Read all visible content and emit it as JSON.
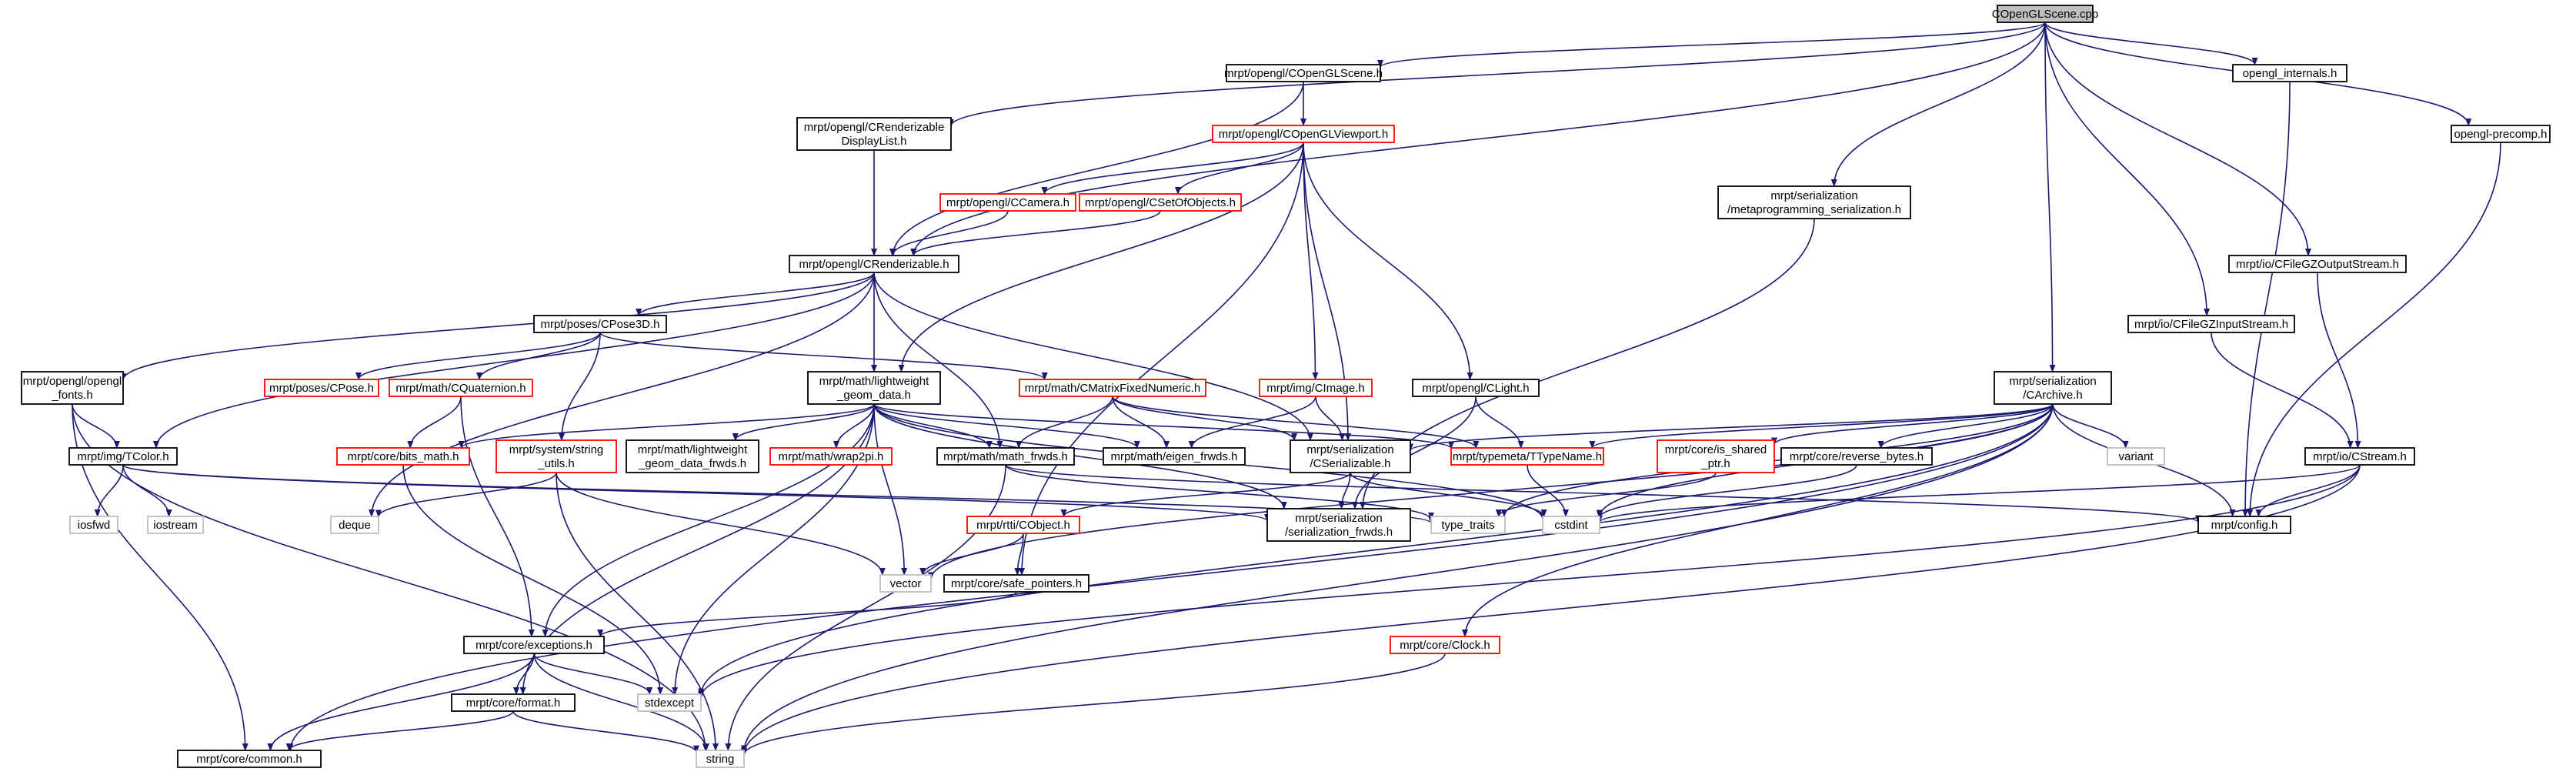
{
  "diagram": {
    "type": "include-dependency-graph",
    "colors": {
      "edge": "#191970",
      "root_fill": "#bfbfbf",
      "root_border": "#000000",
      "documented_border": "#000000",
      "truncated_border": "#ff0000",
      "external_border": "#bfbfbf",
      "external_text": "#000000"
    },
    "nodes": [
      {
        "id": "root",
        "lines": [
          "COpenGLScene.cpp"
        ],
        "kind": "root"
      },
      {
        "id": "scene_h",
        "lines": [
          "mrpt/opengl/COpenGLScene.h"
        ],
        "kind": "documented"
      },
      {
        "id": "renderable_dl",
        "lines": [
          "mrpt/opengl/CRenderizable",
          "DisplayList.h"
        ],
        "kind": "documented"
      },
      {
        "id": "viewport",
        "lines": [
          "mrpt/opengl/COpenGLViewport.h"
        ],
        "kind": "truncated"
      },
      {
        "id": "camera",
        "lines": [
          "mrpt/opengl/CCamera.h"
        ],
        "kind": "truncated"
      },
      {
        "id": "setofobjects",
        "lines": [
          "mrpt/opengl/CSetOfObjects.h"
        ],
        "kind": "truncated"
      },
      {
        "id": "renderable",
        "lines": [
          "mrpt/opengl/CRenderizable.h"
        ],
        "kind": "documented"
      },
      {
        "id": "meta_ser",
        "lines": [
          "mrpt/serialization",
          "/metaprogramming_serialization.h"
        ],
        "kind": "documented"
      },
      {
        "id": "gl_internals",
        "lines": [
          "opengl_internals.h"
        ],
        "kind": "documented"
      },
      {
        "id": "gl_precomp",
        "lines": [
          "opengl-precomp.h"
        ],
        "kind": "documented"
      },
      {
        "id": "gzout",
        "lines": [
          "mrpt/io/CFileGZOutputStream.h"
        ],
        "kind": "documented"
      },
      {
        "id": "gzin",
        "lines": [
          "mrpt/io/CFileGZInputStream.h"
        ],
        "kind": "documented"
      },
      {
        "id": "pose3d",
        "lines": [
          "mrpt/poses/CPose3D.h"
        ],
        "kind": "documented"
      },
      {
        "id": "gl_fonts",
        "lines": [
          "mrpt/opengl/opengl",
          "_fonts.h"
        ],
        "kind": "documented"
      },
      {
        "id": "tcolor",
        "lines": [
          "mrpt/img/TColor.h"
        ],
        "kind": "documented"
      },
      {
        "id": "cpose",
        "lines": [
          "mrpt/poses/CPose.h"
        ],
        "kind": "truncated"
      },
      {
        "id": "quaternion",
        "lines": [
          "mrpt/math/CQuaternion.h"
        ],
        "kind": "truncated"
      },
      {
        "id": "lw_geom",
        "lines": [
          "mrpt/math/lightweight",
          "_geom_data.h"
        ],
        "kind": "documented"
      },
      {
        "id": "matfixed",
        "lines": [
          "mrpt/math/CMatrixFixedNumeric.h"
        ],
        "kind": "truncated"
      },
      {
        "id": "cimage",
        "lines": [
          "mrpt/img/CImage.h"
        ],
        "kind": "truncated"
      },
      {
        "id": "clight",
        "lines": [
          "mrpt/opengl/CLight.h"
        ],
        "kind": "documented"
      },
      {
        "id": "carchive",
        "lines": [
          "mrpt/serialization",
          "/CArchive.h"
        ],
        "kind": "documented"
      },
      {
        "id": "bits_math",
        "lines": [
          "mrpt/core/bits_math.h"
        ],
        "kind": "truncated"
      },
      {
        "id": "strutils",
        "lines": [
          "mrpt/system/string",
          "_utils.h"
        ],
        "kind": "truncated"
      },
      {
        "id": "lw_geom_frwds",
        "lines": [
          "mrpt/math/lightweight",
          "_geom_data_frwds.h"
        ],
        "kind": "documented"
      },
      {
        "id": "wrap2pi",
        "lines": [
          "mrpt/math/wrap2pi.h"
        ],
        "kind": "truncated"
      },
      {
        "id": "math_frwds",
        "lines": [
          "mrpt/math/math_frwds.h"
        ],
        "kind": "documented"
      },
      {
        "id": "eigen_frwds",
        "lines": [
          "mrpt/math/eigen_frwds.h"
        ],
        "kind": "documented"
      },
      {
        "id": "cserializable",
        "lines": [
          "mrpt/serialization",
          "/CSerializable.h"
        ],
        "kind": "documented"
      },
      {
        "id": "ttypename",
        "lines": [
          "mrpt/typemeta/TTypeName.h"
        ],
        "kind": "truncated"
      },
      {
        "id": "is_shared",
        "lines": [
          "mrpt/core/is_shared",
          "_ptr.h"
        ],
        "kind": "truncated"
      },
      {
        "id": "rev_bytes",
        "lines": [
          "mrpt/core/reverse_bytes.h"
        ],
        "kind": "documented"
      },
      {
        "id": "variant",
        "lines": [
          "variant"
        ],
        "kind": "external"
      },
      {
        "id": "cstream",
        "lines": [
          "mrpt/io/CStream.h"
        ],
        "kind": "documented"
      },
      {
        "id": "iosfwd",
        "lines": [
          "iosfwd"
        ],
        "kind": "external"
      },
      {
        "id": "iostream",
        "lines": [
          "iostream"
        ],
        "kind": "external"
      },
      {
        "id": "deque",
        "lines": [
          "deque"
        ],
        "kind": "external"
      },
      {
        "id": "ser_frwds",
        "lines": [
          "mrpt/serialization",
          "/serialization_frwds.h"
        ],
        "kind": "documented"
      },
      {
        "id": "type_traits",
        "lines": [
          "type_traits"
        ],
        "kind": "external"
      },
      {
        "id": "cstdint",
        "lines": [
          "cstdint"
        ],
        "kind": "external"
      },
      {
        "id": "config",
        "lines": [
          "mrpt/config.h"
        ],
        "kind": "documented"
      },
      {
        "id": "cobject",
        "lines": [
          "mrpt/rtti/CObject.h"
        ],
        "kind": "truncated"
      },
      {
        "id": "vector",
        "lines": [
          "vector"
        ],
        "kind": "external"
      },
      {
        "id": "safe_ptrs",
        "lines": [
          "mrpt/core/safe_pointers.h"
        ],
        "kind": "documented"
      },
      {
        "id": "exceptions",
        "lines": [
          "mrpt/core/exceptions.h"
        ],
        "kind": "documented"
      },
      {
        "id": "cclock",
        "lines": [
          "mrpt/core/Clock.h"
        ],
        "kind": "truncated"
      },
      {
        "id": "stdexcept",
        "lines": [
          "stdexcept"
        ],
        "kind": "external"
      },
      {
        "id": "format",
        "lines": [
          "mrpt/core/format.h"
        ],
        "kind": "documented"
      },
      {
        "id": "common",
        "lines": [
          "mrpt/core/common.h"
        ],
        "kind": "documented"
      },
      {
        "id": "string",
        "lines": [
          "string"
        ],
        "kind": "external"
      }
    ],
    "edges": [
      [
        "root",
        "scene_h"
      ],
      [
        "root",
        "renderable_dl"
      ],
      [
        "root",
        "renderable"
      ],
      [
        "root",
        "meta_ser"
      ],
      [
        "root",
        "gl_internals"
      ],
      [
        "root",
        "gl_precomp"
      ],
      [
        "root",
        "gzout"
      ],
      [
        "root",
        "gzin"
      ],
      [
        "root",
        "carchive"
      ],
      [
        "scene_h",
        "viewport"
      ],
      [
        "scene_h",
        "renderable"
      ],
      [
        "renderable_dl",
        "renderable"
      ],
      [
        "viewport",
        "camera"
      ],
      [
        "viewport",
        "setofobjects"
      ],
      [
        "viewport",
        "clight"
      ],
      [
        "viewport",
        "cimage"
      ],
      [
        "viewport",
        "lw_geom"
      ],
      [
        "viewport",
        "cserializable"
      ],
      [
        "viewport",
        "safe_ptrs"
      ],
      [
        "camera",
        "renderable"
      ],
      [
        "setofobjects",
        "renderable"
      ],
      [
        "renderable",
        "gl_fonts"
      ],
      [
        "renderable",
        "tcolor"
      ],
      [
        "renderable",
        "pose3d"
      ],
      [
        "renderable",
        "lw_geom"
      ],
      [
        "renderable",
        "math_frwds"
      ],
      [
        "renderable",
        "cserializable"
      ],
      [
        "renderable",
        "deque"
      ],
      [
        "gl_fonts",
        "tcolor"
      ],
      [
        "gl_fonts",
        "string"
      ],
      [
        "gl_fonts",
        "common"
      ],
      [
        "tcolor",
        "iosfwd"
      ],
      [
        "tcolor",
        "iostream"
      ],
      [
        "tcolor",
        "ser_frwds"
      ],
      [
        "tcolor",
        "type_traits"
      ],
      [
        "pose3d",
        "cpose"
      ],
      [
        "pose3d",
        "quaternion"
      ],
      [
        "pose3d",
        "matfixed"
      ],
      [
        "pose3d",
        "strutils"
      ],
      [
        "quaternion",
        "bits_math"
      ],
      [
        "quaternion",
        "exceptions"
      ],
      [
        "lw_geom",
        "bits_math"
      ],
      [
        "lw_geom",
        "lw_geom_frwds"
      ],
      [
        "lw_geom",
        "wrap2pi"
      ],
      [
        "lw_geom",
        "math_frwds"
      ],
      [
        "lw_geom",
        "eigen_frwds"
      ],
      [
        "lw_geom",
        "ttypename"
      ],
      [
        "lw_geom",
        "ser_frwds"
      ],
      [
        "lw_geom",
        "cstdint"
      ],
      [
        "lw_geom",
        "vector"
      ],
      [
        "lw_geom",
        "exceptions"
      ],
      [
        "lw_geom",
        "format"
      ],
      [
        "lw_geom",
        "stdexcept"
      ],
      [
        "matfixed",
        "math_frwds"
      ],
      [
        "matfixed",
        "eigen_frwds"
      ],
      [
        "matfixed",
        "cserializable"
      ],
      [
        "matfixed",
        "ttypename"
      ],
      [
        "cimage",
        "eigen_frwds"
      ],
      [
        "cimage",
        "cserializable"
      ],
      [
        "clight",
        "ttypename"
      ],
      [
        "clight",
        "ser_frwds"
      ],
      [
        "meta_ser",
        "ser_frwds"
      ],
      [
        "gl_internals",
        "config"
      ],
      [
        "gl_precomp",
        "config"
      ],
      [
        "gzout",
        "cstream"
      ],
      [
        "gzin",
        "cstream"
      ],
      [
        "carchive",
        "cserializable"
      ],
      [
        "carchive",
        "ttypename"
      ],
      [
        "carchive",
        "is_shared"
      ],
      [
        "carchive",
        "rev_bytes"
      ],
      [
        "carchive",
        "variant"
      ],
      [
        "carchive",
        "config"
      ],
      [
        "carchive",
        "cstdint"
      ],
      [
        "carchive",
        "type_traits"
      ],
      [
        "carchive",
        "vector"
      ],
      [
        "carchive",
        "cclock"
      ],
      [
        "carchive",
        "stdexcept"
      ],
      [
        "carchive",
        "string"
      ],
      [
        "carchive",
        "common"
      ],
      [
        "cstream",
        "config"
      ],
      [
        "cstream",
        "cstdint"
      ],
      [
        "cstream",
        "string"
      ],
      [
        "cstream",
        "stdexcept"
      ],
      [
        "bits_math",
        "stdexcept"
      ],
      [
        "strutils",
        "deque"
      ],
      [
        "strutils",
        "vector"
      ],
      [
        "strutils",
        "string"
      ],
      [
        "math_frwds",
        "type_traits"
      ],
      [
        "math_frwds",
        "string"
      ],
      [
        "math_frwds",
        "config"
      ],
      [
        "cserializable",
        "ser_frwds"
      ],
      [
        "cserializable",
        "cobject"
      ],
      [
        "cserializable",
        "cstdint"
      ],
      [
        "ttypename",
        "cstdint"
      ],
      [
        "is_shared",
        "type_traits"
      ],
      [
        "rev_bytes",
        "cstdint"
      ],
      [
        "cobject",
        "vector"
      ],
      [
        "cobject",
        "safe_ptrs"
      ],
      [
        "safe_ptrs",
        "exceptions"
      ],
      [
        "exceptions",
        "format"
      ],
      [
        "exceptions",
        "stdexcept"
      ],
      [
        "exceptions",
        "string"
      ],
      [
        "exceptions",
        "common"
      ],
      [
        "format",
        "string"
      ],
      [
        "format",
        "common"
      ],
      [
        "cclock",
        "string"
      ]
    ]
  }
}
